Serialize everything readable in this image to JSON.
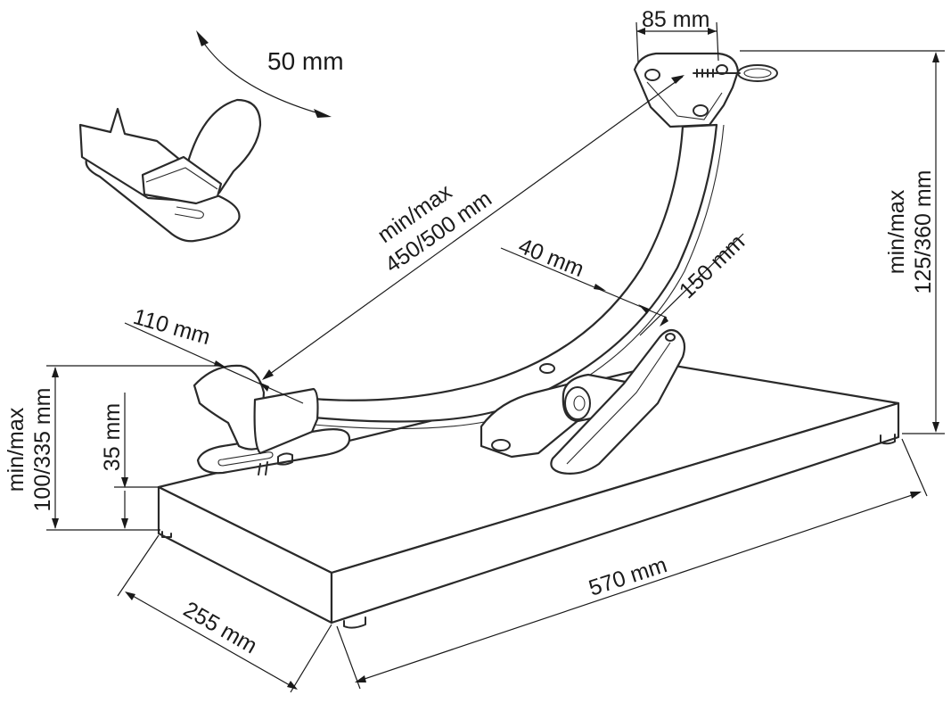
{
  "diagram": {
    "dimensions": {
      "rotation": "50 mm",
      "top_width": "85 mm",
      "arm_length_line1": "min/max",
      "arm_length_line2": "450/500 mm",
      "arm_width": "40 mm",
      "clamp_length": "150 mm",
      "height_line1": "min/max",
      "height_line2": "125/360 mm",
      "cradle_width": "110 mm",
      "left_height_line1": "min/max",
      "left_height_line2": "100/335 mm",
      "base_thickness": "35 mm",
      "base_depth": "255 mm",
      "base_length": "570 mm"
    }
  }
}
